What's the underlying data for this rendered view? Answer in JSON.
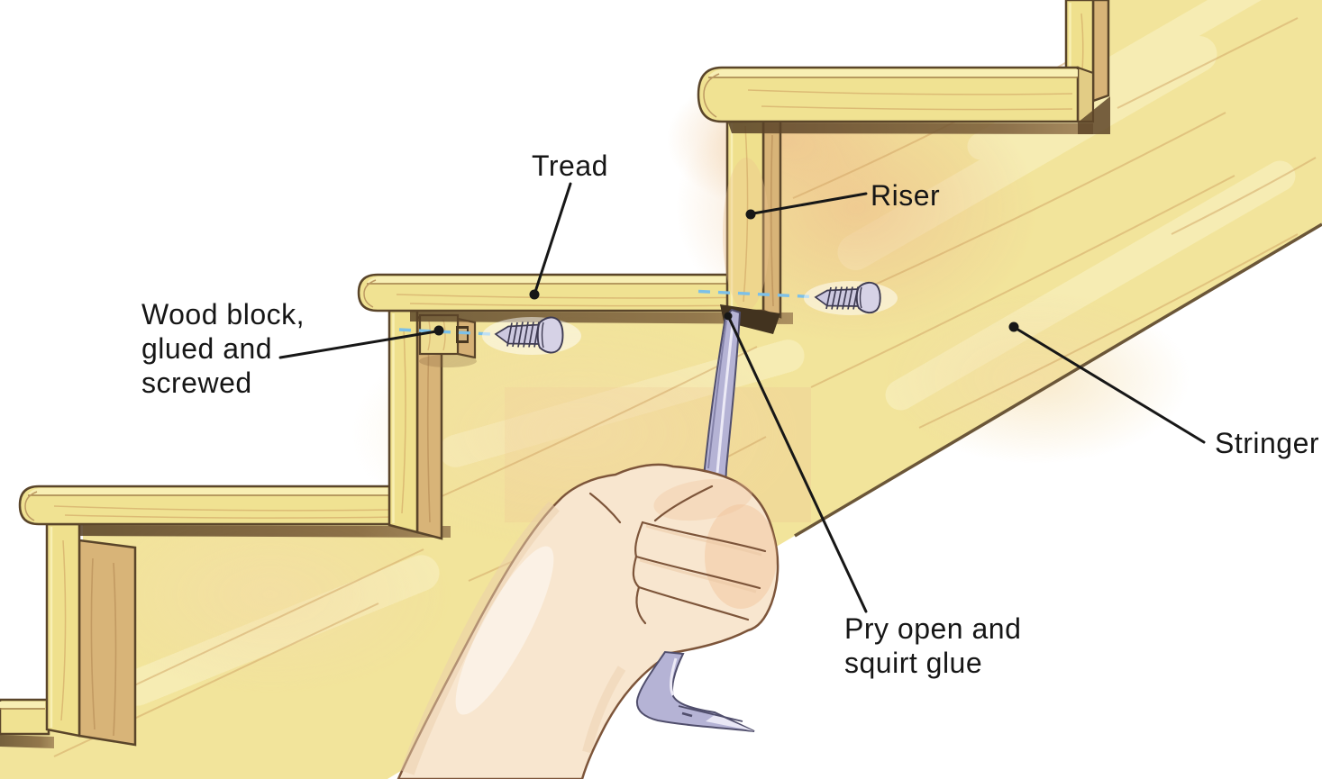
{
  "figure": {
    "title": "Stair squeak repair illustration",
    "background_color": "#ffffff"
  },
  "labels": {
    "tread": {
      "text": "Tread"
    },
    "riser": {
      "text": "Riser"
    },
    "wood_block": {
      "line1": "Wood block,",
      "line2": "glued and",
      "line3": "screwed"
    },
    "stringer": {
      "text": "Stringer"
    },
    "pry": {
      "line1": "Pry open and",
      "line2": "squirt glue"
    }
  },
  "palette": {
    "board_face": "#f0e292",
    "board_top_sliver": "#f8efb4",
    "board_side": "#d8b478",
    "stringer_face": "#f2e49b",
    "wood_outline": "#5a452a",
    "shadow_brown": "#6a4e2c",
    "pilot_hole_line": "#7cc0e8",
    "metal_pry_bar": "#b5b3d5",
    "screw_metal": "#cdc9e0",
    "skin": "#f8e6cf",
    "skin_outline": "#7d553a",
    "label_text": "#161616"
  }
}
